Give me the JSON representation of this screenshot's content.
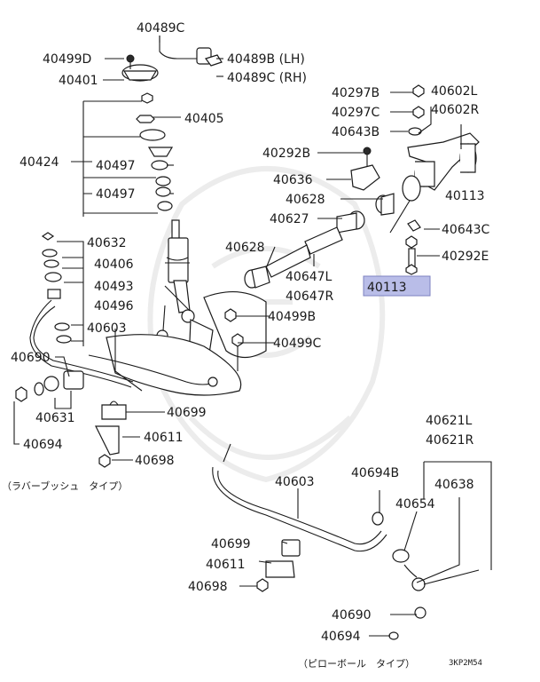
{
  "labels": {
    "p40489C": "40489C",
    "p40499D": "40499D",
    "p40489B": "40489B (LH)",
    "p40401": "40401",
    "p40489C_rh": "40489C (RH)",
    "p40405": "40405",
    "p40424": "40424",
    "p40497a": "40497",
    "p40497b": "40497",
    "p40632": "40632",
    "p40406": "40406",
    "p40493": "40493",
    "p40496": "40496",
    "p40603a": "40603",
    "p40690a": "40690",
    "p40631": "40631",
    "p40699a": "40699",
    "p40694a": "40694",
    "p40611a": "40611",
    "p40698a": "40698",
    "p40297B": "40297B",
    "p40602L": "40602L",
    "p40297C": "40297C",
    "p40602R": "40602R",
    "p40643B": "40643B",
    "p40292B": "40292B",
    "p40636": "40636",
    "p40628a": "40628",
    "p40113a": "40113",
    "p40627": "40627",
    "p40643C": "40643C",
    "p40628b": "40628",
    "p40292E": "40292E",
    "p40647L": "40647L",
    "p40647R": "40647R",
    "p40113b": "40113",
    "p40499B": "40499B",
    "p40499C": "40499C",
    "p40621L": "40621L",
    "p40621R": "40621R",
    "p40694b": "40694B",
    "p40638": "40638",
    "p40603b": "40603",
    "p40654": "40654",
    "p40699b": "40699",
    "p40611b": "40611",
    "p40698b": "40698",
    "p40690b": "40690",
    "p40694c": "40694"
  },
  "captions": {
    "rubber_bush_type": "（ラバーブッシュ　タイプ）",
    "pillow_ball_type": "（ピローボール　タイプ）",
    "diagram_code": "3KP2M54"
  },
  "highlight_color": "#b9bde8"
}
